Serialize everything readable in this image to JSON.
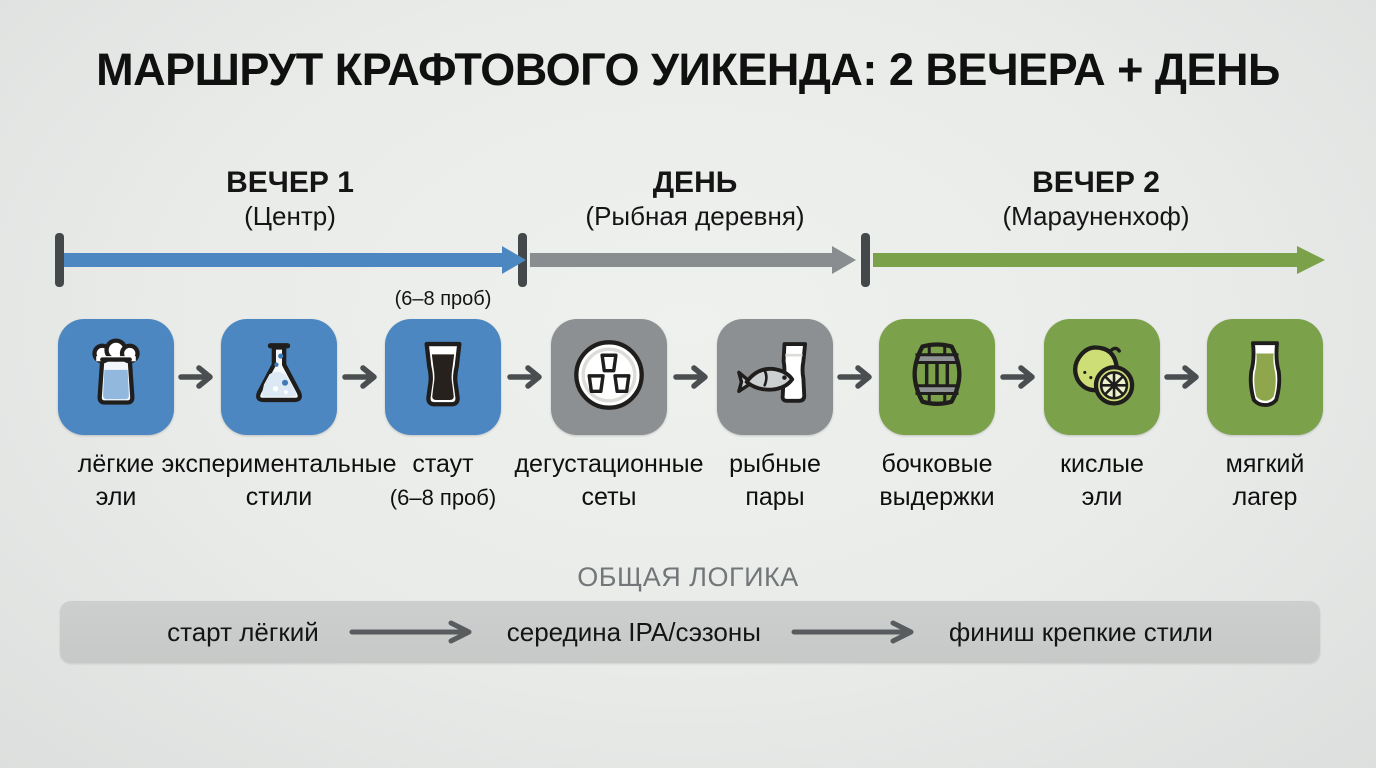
{
  "title": "МАРШРУТ КРАФТОВОГО УИКЕНДА: 2 ВЕЧЕРА + ДЕНЬ",
  "colors": {
    "background": "#e9ebe9",
    "evening1_blue": "#4d87c1",
    "day_gray": "#8d9092",
    "evening2_green": "#7ba14b",
    "logic_bar": "#c9cbca",
    "tick": "#45484a"
  },
  "phases": [
    {
      "label": "ВЕЧЕР 1",
      "sublabel": "(Центр)",
      "color": "#4d87c1"
    },
    {
      "label": "ДЕНЬ",
      "sublabel": "(Рыбная деревня)",
      "color": "#8d9092"
    },
    {
      "label": "ВЕЧЕР 2",
      "sublabel": "(Марауненхоф)",
      "color": "#7ba14b"
    }
  ],
  "steps": [
    {
      "icon": "beer-glass-icon",
      "phase": "ВЕЧЕР 1",
      "label_line1": "лёгкие",
      "label_line2": "эли"
    },
    {
      "icon": "flask-icon",
      "phase": "ВЕЧЕР 1",
      "label_line1": "экспериментальные",
      "label_line2": "стили"
    },
    {
      "icon": "stout-glass-icon",
      "phase": "ВЕЧЕР 1",
      "above_note": "(6–8 проб)",
      "label_line1": "стаут",
      "label_line2": "(6–8 проб)"
    },
    {
      "icon": "tasting-set-icon",
      "phase": "ДЕНЬ",
      "label_line1": "дегустационные",
      "label_line2": "сеты"
    },
    {
      "icon": "fish-pairing-icon",
      "phase": "ДЕНЬ",
      "label_line1": "рыбные",
      "label_line2": "пары"
    },
    {
      "icon": "barrel-icon",
      "phase": "ВЕЧЕР 2",
      "label_line1": "бочковые",
      "label_line2": "выдержки"
    },
    {
      "icon": "citrus-icon",
      "phase": "ВЕЧЕР 2",
      "label_line1": "кислые",
      "label_line2": "эли"
    },
    {
      "icon": "lager-glass-icon",
      "phase": "ВЕЧЕР 2",
      "label_line1": "мягкий",
      "label_line2": "лагер"
    }
  ],
  "logic": {
    "heading": "ОБЩАЯ ЛОГИКА",
    "items": [
      "старт лёгкий",
      "середина IPA/сэзоны",
      "финиш крепкие стили"
    ]
  }
}
